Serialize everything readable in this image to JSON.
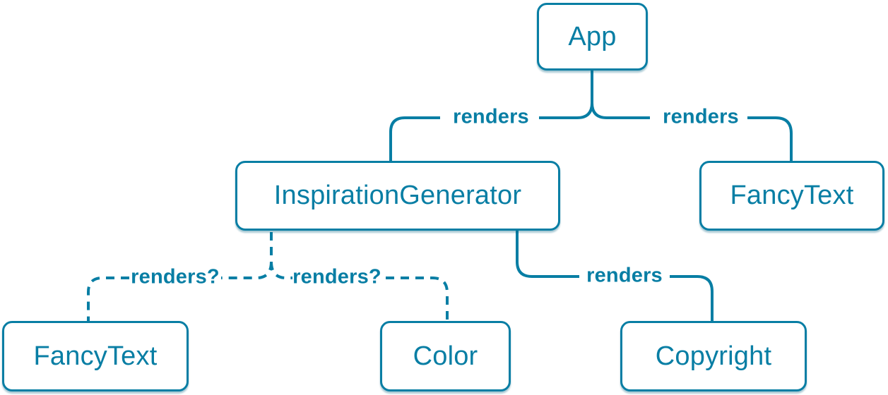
{
  "diagram": {
    "type": "component-render-tree",
    "colors": {
      "accent": "#087ea4",
      "node_fill": "#ffffff",
      "background": "#ffffff"
    },
    "nodes": [
      {
        "id": "app",
        "label": "App"
      },
      {
        "id": "inspiration-generator",
        "label": "InspirationGenerator"
      },
      {
        "id": "fancy-text-top",
        "label": "FancyText"
      },
      {
        "id": "fancy-text-bottom",
        "label": "FancyText"
      },
      {
        "id": "color",
        "label": "Color"
      },
      {
        "id": "copyright",
        "label": "Copyright"
      }
    ],
    "edges": [
      {
        "from": "App",
        "to": "InspirationGenerator",
        "label": "renders",
        "style": "solid"
      },
      {
        "from": "App",
        "to": "FancyText",
        "label": "renders",
        "style": "solid"
      },
      {
        "from": "InspirationGenerator",
        "to": "FancyText",
        "label": "renders?",
        "style": "dashed"
      },
      {
        "from": "InspirationGenerator",
        "to": "Color",
        "label": "renders?",
        "style": "dashed"
      },
      {
        "from": "InspirationGenerator",
        "to": "Copyright",
        "label": "renders",
        "style": "solid"
      }
    ]
  }
}
